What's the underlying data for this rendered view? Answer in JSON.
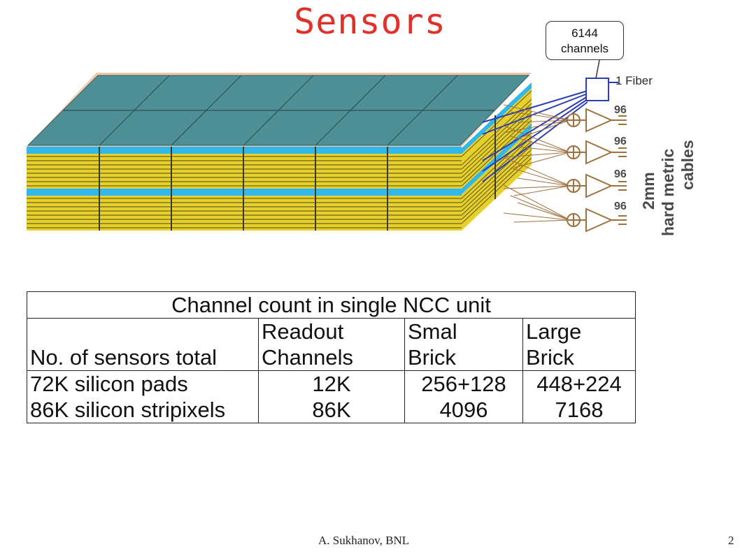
{
  "slide": {
    "title": "Sensors",
    "footer_author": "A. Sukhanov, BNL",
    "page_number": "2"
  },
  "diagram": {
    "callout_line1": "6144",
    "callout_line2": "channels",
    "fiber_label": "1 Fiber",
    "cable_count_labels": [
      "96",
      "96",
      "96",
      "96"
    ],
    "cables_label_line1": "2mm",
    "cables_label_line2": "hard metric",
    "cables_label_line3": "cables",
    "colors": {
      "pad_top": "#4f8f96",
      "silicon_blue": "#2fb8ee",
      "gold": "#e8d02c",
      "cable_brown": "#a0703f",
      "fiber_blue": "#2a3fb5"
    }
  },
  "table": {
    "caption": "Channel count in single NCC unit",
    "headers": {
      "col0": "No. of sensors total",
      "col1_line1": "Readout",
      "col1_line2": "Channels",
      "col2_line1": "Smal",
      "col2_line2": "Brick",
      "col3_line1": "Large",
      "col3_line2": "Brick"
    },
    "rows": [
      {
        "sensors": "72K silicon pads",
        "readout": "12K",
        "small": "256+128",
        "large": "448+224"
      },
      {
        "sensors": "86K silicon stripixels",
        "readout": "86K",
        "small": "4096",
        "large": "7168"
      }
    ]
  }
}
